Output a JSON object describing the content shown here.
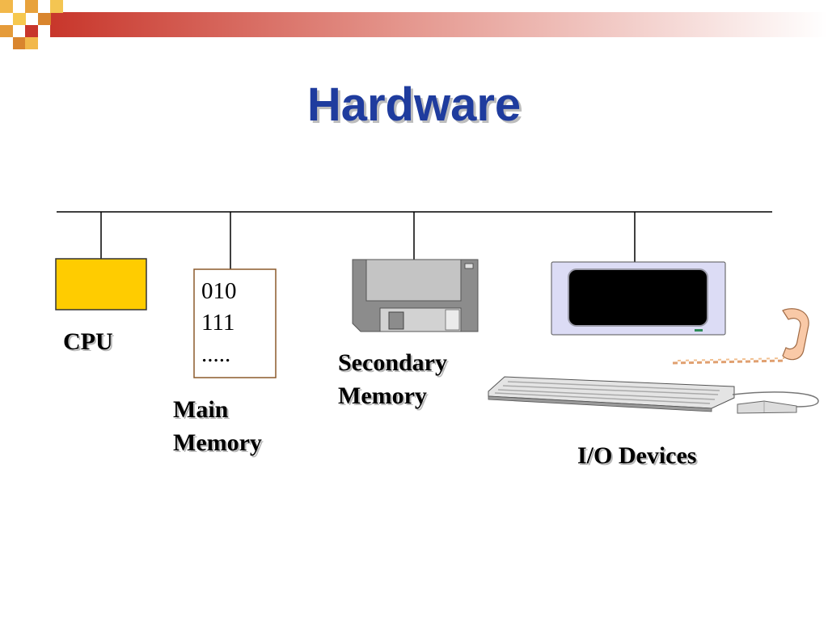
{
  "slide": {
    "title": "Hardware",
    "colors": {
      "title": "#1f3c9e",
      "header_bar": "#c8362b",
      "cpu_box": "#ffcc00",
      "monitor_frame": "#dcdcf5"
    }
  },
  "components": {
    "cpu": {
      "label": "CPU"
    },
    "main_memory": {
      "label_line1": "Main",
      "label_line2": "Memory",
      "contents": [
        "010",
        "111",
        "....."
      ]
    },
    "secondary_memory": {
      "label_line1": "Secondary",
      "label_line2": "Memory",
      "icon": "floppy-disk-icon"
    },
    "io_devices": {
      "label": "I/O Devices",
      "icons": [
        "monitor-icon",
        "keyboard-icon",
        "mouse-icon",
        "telephone-handset-icon"
      ]
    }
  }
}
